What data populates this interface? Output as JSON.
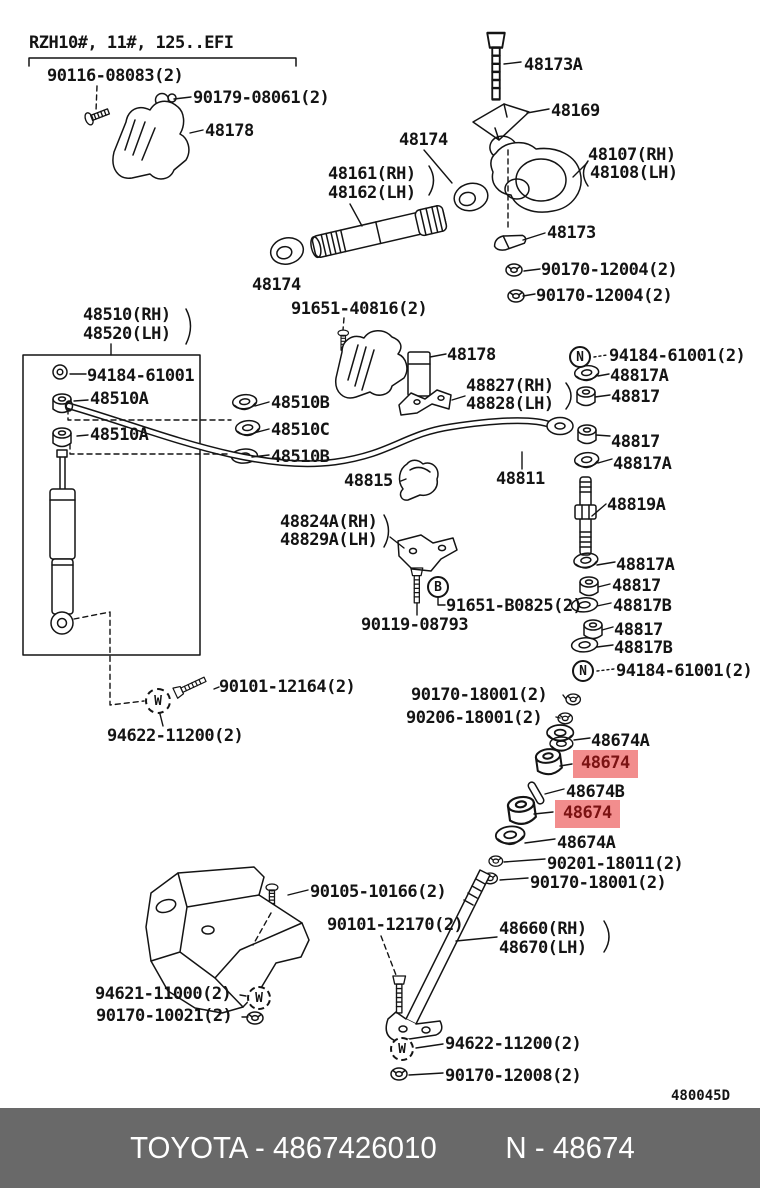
{
  "header": {
    "model_code": "RZH10#, 11#, 125..EFI"
  },
  "diagram_ref": "480045D",
  "footer": {
    "brand_part": "TOYOTA - 4867426010",
    "part_ref": "N - 48674"
  },
  "colors": {
    "ink": "#141414",
    "highlight_bg": "#f28d8d",
    "highlight_text": "#7b1212",
    "footer_bg": "#696969"
  },
  "markers": [
    {
      "letter": "N"
    },
    {
      "letter": "B"
    },
    {
      "letter": "N"
    },
    {
      "letter": "W"
    },
    {
      "letter": "W"
    },
    {
      "letter": "W"
    }
  ],
  "labels": [
    {
      "text": "90116-08083(2)"
    },
    {
      "text": "90179-08061(2)"
    },
    {
      "text": "48178"
    },
    {
      "text": "48173A"
    },
    {
      "text": "48169"
    },
    {
      "text": "48174"
    },
    {
      "text": "48161(RH)"
    },
    {
      "text": "48162(LH)"
    },
    {
      "text": "48107(RH)"
    },
    {
      "text": "48108(LH)"
    },
    {
      "text": "48173"
    },
    {
      "text": "90170-12004(2)"
    },
    {
      "text": "90170-12004(2)"
    },
    {
      "text": "48510(RH)"
    },
    {
      "text": "48520(LH)"
    },
    {
      "text": "48174"
    },
    {
      "text": "91651-40816(2)"
    },
    {
      "text": "94184-61001"
    },
    {
      "text": "48510A"
    },
    {
      "text": "48510A"
    },
    {
      "text": "48510B"
    },
    {
      "text": "48510C"
    },
    {
      "text": "48510B"
    },
    {
      "text": "48178"
    },
    {
      "text": "94184-61001(2)"
    },
    {
      "text": "48817A"
    },
    {
      "text": "48817"
    },
    {
      "text": "48827(RH)"
    },
    {
      "text": "48828(LH)"
    },
    {
      "text": "48817"
    },
    {
      "text": "48817A"
    },
    {
      "text": "48815"
    },
    {
      "text": "48811"
    },
    {
      "text": "48819A"
    },
    {
      "text": "48824A(RH)"
    },
    {
      "text": "48829A(LH)"
    },
    {
      "text": "48817A"
    },
    {
      "text": "48817"
    },
    {
      "text": "91651-B0825(2)"
    },
    {
      "text": "48817B"
    },
    {
      "text": "90119-08793"
    },
    {
      "text": "48817"
    },
    {
      "text": "48817B"
    },
    {
      "text": "94184-61001(2)"
    },
    {
      "text": "90101-12164(2)"
    },
    {
      "text": "94622-11200(2)"
    },
    {
      "text": "90170-18001(2)"
    },
    {
      "text": "90206-18001(2)"
    },
    {
      "text": "48674A"
    },
    {
      "text": "48674",
      "highlighted": true
    },
    {
      "text": "48674B"
    },
    {
      "text": "48674",
      "highlighted": true
    },
    {
      "text": "48674A"
    },
    {
      "text": "90201-18011(2)"
    },
    {
      "text": "90170-18001(2)"
    },
    {
      "text": "90105-10166(2)"
    },
    {
      "text": "90101-12170(2)"
    },
    {
      "text": "48660(RH)"
    },
    {
      "text": "48670(LH)"
    },
    {
      "text": "94621-11000(2)"
    },
    {
      "text": "90170-10021(2)"
    },
    {
      "text": "94622-11200(2)"
    },
    {
      "text": "90170-12008(2)"
    }
  ]
}
